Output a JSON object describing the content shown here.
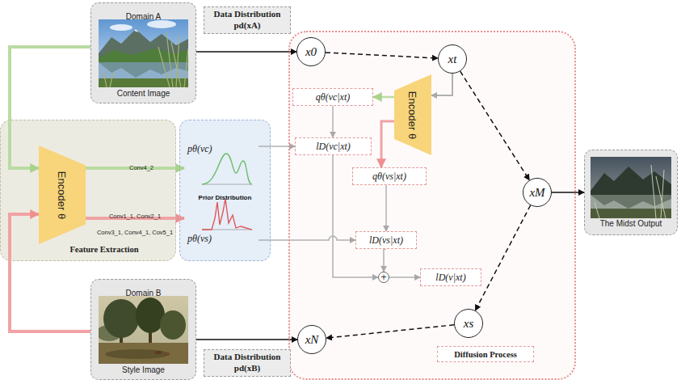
{
  "diagram": {
    "nodes": [
      {
        "text": [
          "Domain A",
          "Content Image"
        ]
      },
      {
        "text": [
          "Data Distribution pd(xA)"
        ]
      },
      {
        "text": [
          "Feature Extraction"
        ]
      },
      {
        "text": [
          "Encoder θ"
        ],
        "in": 2
      },
      {
        "text": [
          "Prior Distribution"
        ]
      },
      {
        "text": [
          "pθ(vc)"
        ],
        "in": 4
      },
      {
        "text": [
          "pθ(vs)"
        ],
        "in": 4
      },
      {
        "text": [
          "Diffusion Process"
        ]
      },
      {
        "text": [
          "x0"
        ],
        "in": 7
      },
      {
        "text": [
          "xt"
        ],
        "in": 7
      },
      {
        "text": [
          "qθ(vc|xt)"
        ],
        "in": 7
      },
      {
        "text": [
          "Encoder θ"
        ],
        "in": 7
      },
      {
        "text": [
          "lD(vc|xt)"
        ],
        "in": 7
      },
      {
        "text": [
          "qθ(vs|xt)"
        ],
        "in": 7
      },
      {
        "text": [
          "xM"
        ],
        "in": 7
      },
      {
        "text": [
          "lD(vs|xt)"
        ],
        "in": 7
      },
      {
        "text": [
          "+"
        ],
        "in": 7
      },
      {
        "text": [
          "lD(v|xt)"
        ],
        "in": 7
      },
      {
        "text": [
          "xs"
        ],
        "in": 7
      },
      {
        "text": [
          "xN"
        ],
        "in": 7
      },
      {
        "text": [
          "The Midst Output"
        ]
      },
      {
        "text": [
          "Domain B",
          "Style Image"
        ]
      },
      {
        "text": [
          "Data Distribution pd(xB)"
        ]
      }
    ],
    "edges": [
      {
        "from": 0,
        "to": 3,
        "arrow": "to"
      },
      {
        "from": 21,
        "to": 3,
        "arrow": "to"
      },
      {
        "from": 3,
        "to": 5,
        "label": "Conv4_2",
        "arrow": "to"
      },
      {
        "from": 3,
        "to": 6,
        "label": "Conv1_1, Conv2_1",
        "arrow": "to"
      },
      {
        "from": 0,
        "to": 8,
        "arrow": "to"
      },
      {
        "from": 8,
        "to": 9,
        "arrow": "to"
      },
      {
        "from": 9,
        "to": 11,
        "arrow": "to"
      },
      {
        "from": 11,
        "to": 10,
        "arrow": "to"
      },
      {
        "from": 11,
        "to": 13,
        "arrow": "to"
      },
      {
        "from": 10,
        "to": 12,
        "arrow": "to"
      },
      {
        "from": 5,
        "to": 12,
        "arrow": "to"
      },
      {
        "from": 6,
        "to": 15,
        "arrow": "to"
      },
      {
        "from": 13,
        "to": 15,
        "arrow": "to"
      },
      {
        "from": 12,
        "to": 16,
        "arrow": "to"
      },
      {
        "from": 15,
        "to": 16,
        "arrow": "to"
      },
      {
        "from": 16,
        "to": 17,
        "arrow": "to"
      },
      {
        "from": 9,
        "to": 14,
        "arrow": "to"
      },
      {
        "from": 14,
        "to": 20,
        "arrow": "to"
      },
      {
        "from": 14,
        "to": 18,
        "arrow": "to"
      },
      {
        "from": 18,
        "to": 19,
        "arrow": "to"
      },
      {
        "from": 21,
        "to": 19,
        "arrow": "to"
      }
    ],
    "labels": [
      "Conv3_1, Conv4_1, Cov5_1"
    ]
  }
}
